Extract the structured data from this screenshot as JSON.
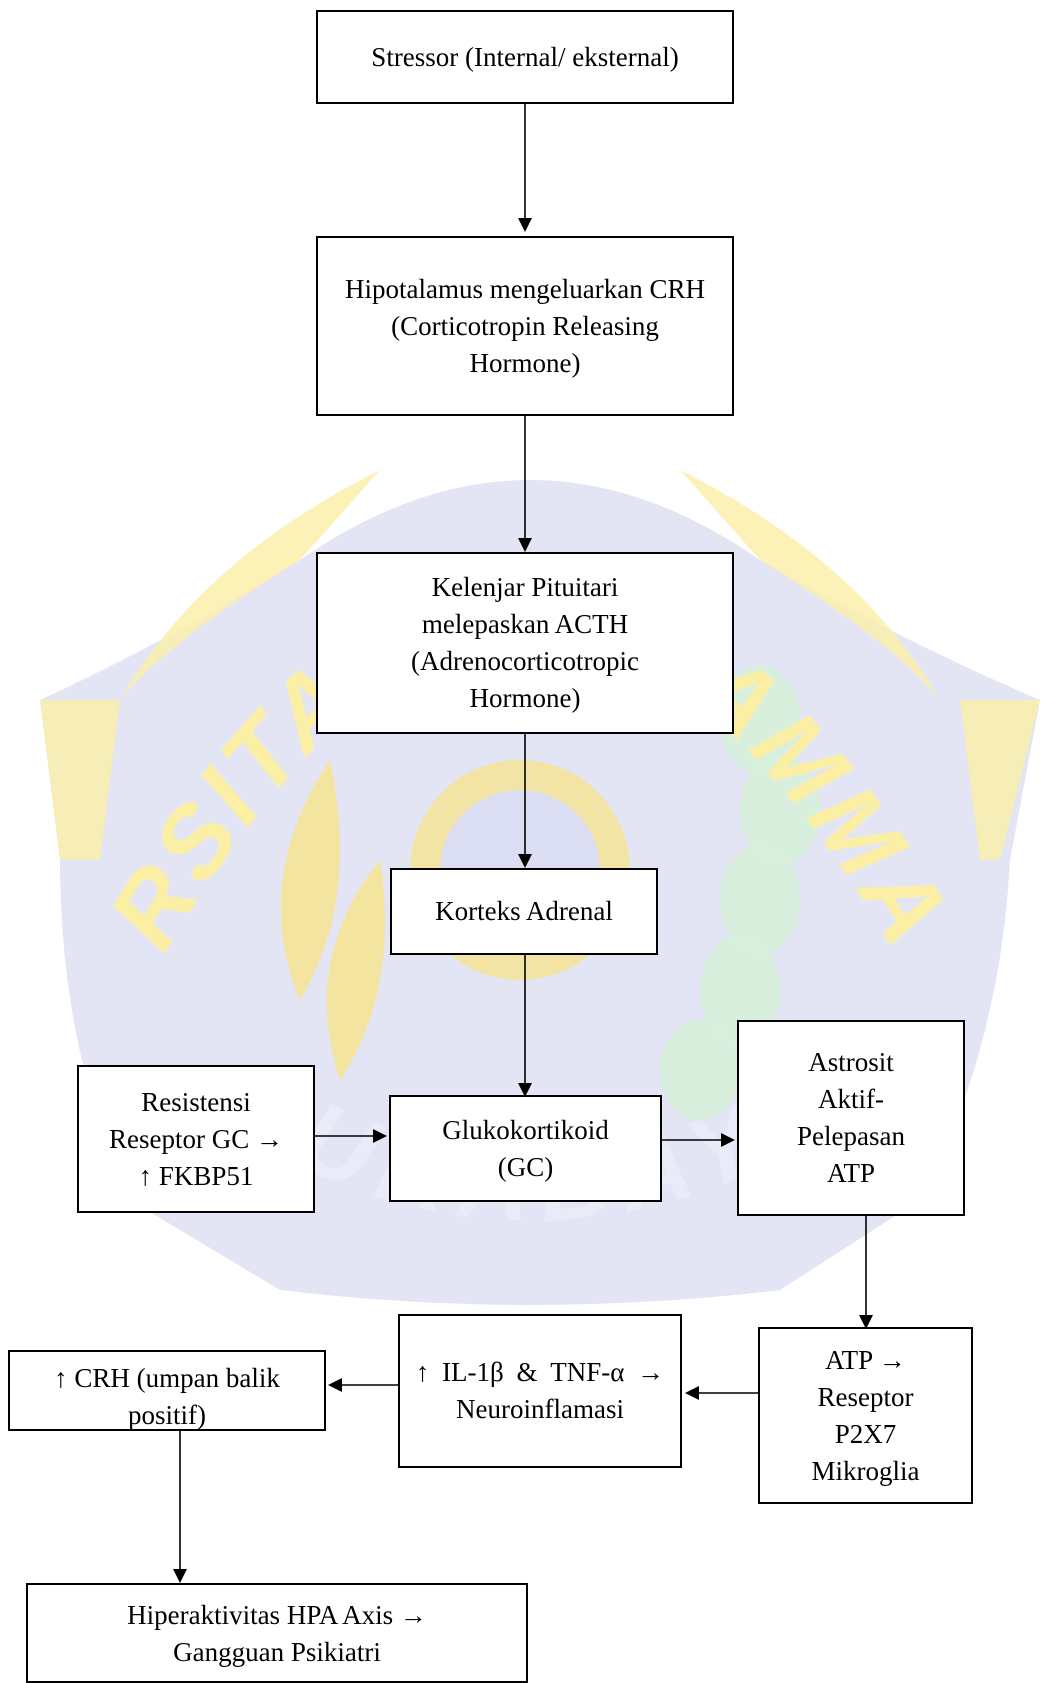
{
  "nodes": {
    "stressor": "Stressor (Internal/ eksternal)",
    "hypothalamus": "Hipotalamus mengeluarkan CRH (Corticotropin Releasing Hormone)",
    "pituitary": "Kelenjar Pituitari melepaskan ACTH (Adrenocorticotropic Hormone)",
    "adrenal_cortex": "Korteks Adrenal",
    "glucocorticoid": "Glukokortikoid (GC)",
    "gc_resistance": "Resistensi Reseptor GC → ↑ FKBP51",
    "astrocyte": "Astrosit Aktif- Pelepasan ATP",
    "atp_receptor": "ATP → Reseptor P2X7 Mikroglia",
    "neuroinflammation": "↑ IL-1β & TNF-α → Neuroinflamasi",
    "crh_feedback": "↑ CRH (umpan balik positif)",
    "hpa_outcome": "Hiperaktivitas HPA Axis → Gangguan Psikiatri"
  },
  "watermark": {
    "arc_top": "UNIVERSITAS MUHAMMADIYAH",
    "arc_bottom": "SURABAYA",
    "colors": {
      "blue": "#d9dcf1",
      "yellow": "#fbefa6",
      "green": "#d7f0dc"
    }
  }
}
